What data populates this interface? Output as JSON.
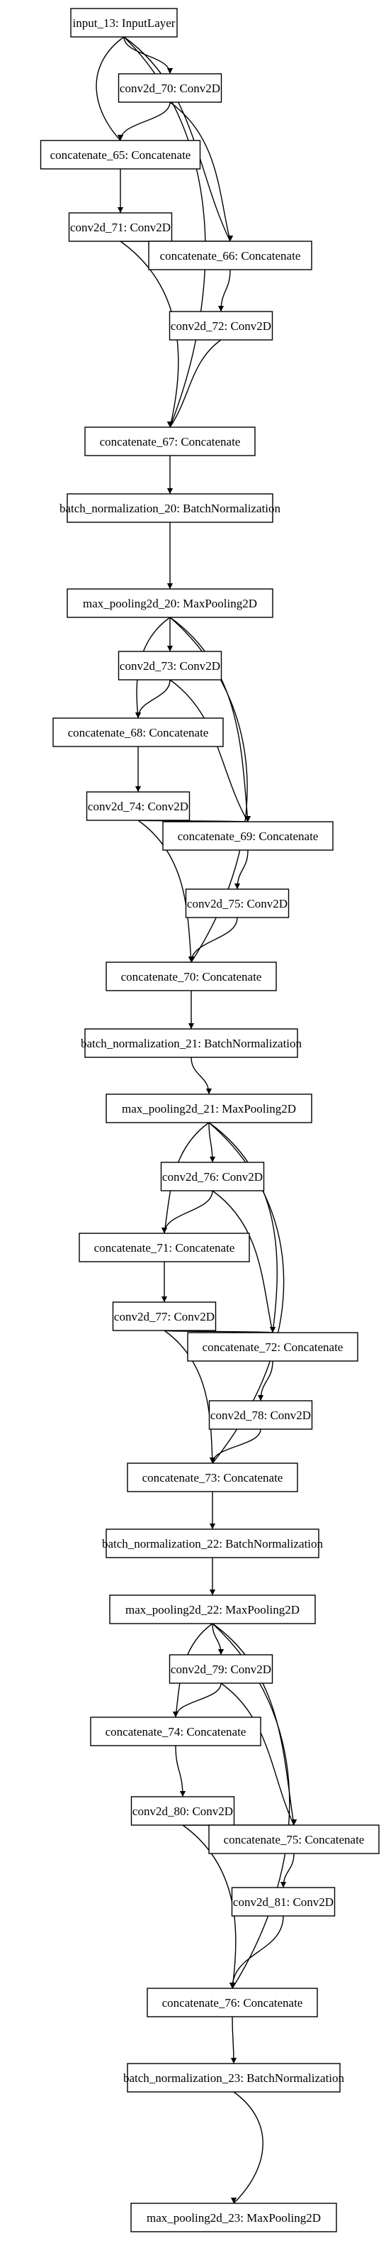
{
  "nodes": [
    {
      "id": "input_13",
      "label": "input_13: InputLayer"
    },
    {
      "id": "conv2d_70",
      "label": "conv2d_70: Conv2D"
    },
    {
      "id": "concatenate_65",
      "label": "concatenate_65: Concatenate"
    },
    {
      "id": "conv2d_71",
      "label": "conv2d_71: Conv2D"
    },
    {
      "id": "concatenate_66",
      "label": "concatenate_66: Concatenate"
    },
    {
      "id": "conv2d_72",
      "label": "conv2d_72: Conv2D"
    },
    {
      "id": "concatenate_67",
      "label": "concatenate_67: Concatenate"
    },
    {
      "id": "batch_normalization_20",
      "label": "batch_normalization_20: BatchNormalization"
    },
    {
      "id": "max_pooling2d_20",
      "label": "max_pooling2d_20: MaxPooling2D"
    },
    {
      "id": "conv2d_73",
      "label": "conv2d_73: Conv2D"
    },
    {
      "id": "concatenate_68",
      "label": "concatenate_68: Concatenate"
    },
    {
      "id": "conv2d_74",
      "label": "conv2d_74: Conv2D"
    },
    {
      "id": "concatenate_69",
      "label": "concatenate_69: Concatenate"
    },
    {
      "id": "conv2d_75",
      "label": "conv2d_75: Conv2D"
    },
    {
      "id": "concatenate_70",
      "label": "concatenate_70: Concatenate"
    },
    {
      "id": "batch_normalization_21",
      "label": "batch_normalization_21: BatchNormalization"
    },
    {
      "id": "max_pooling2d_21",
      "label": "max_pooling2d_21: MaxPooling2D"
    },
    {
      "id": "conv2d_76",
      "label": "conv2d_76: Conv2D"
    },
    {
      "id": "concatenate_71",
      "label": "concatenate_71: Concatenate"
    },
    {
      "id": "conv2d_77",
      "label": "conv2d_77: Conv2D"
    },
    {
      "id": "concatenate_72",
      "label": "concatenate_72: Concatenate"
    },
    {
      "id": "conv2d_78",
      "label": "conv2d_78: Conv2D"
    },
    {
      "id": "concatenate_73",
      "label": "concatenate_73: Concatenate"
    },
    {
      "id": "batch_normalization_22",
      "label": "batch_normalization_22: BatchNormalization"
    },
    {
      "id": "max_pooling2d_22",
      "label": "max_pooling2d_22: MaxPooling2D"
    },
    {
      "id": "conv2d_79",
      "label": "conv2d_79: Conv2D"
    },
    {
      "id": "concatenate_74",
      "label": "concatenate_74: Concatenate"
    },
    {
      "id": "conv2d_80",
      "label": "conv2d_80: Conv2D"
    },
    {
      "id": "concatenate_75",
      "label": "concatenate_75: Concatenate"
    },
    {
      "id": "conv2d_81",
      "label": "conv2d_81: Conv2D"
    },
    {
      "id": "concatenate_76",
      "label": "concatenate_76: Concatenate"
    },
    {
      "id": "batch_normalization_23",
      "label": "batch_normalization_23: BatchNormalization"
    },
    {
      "id": "max_pooling2d_23",
      "label": "max_pooling2d_23: MaxPooling2D"
    }
  ],
  "edges": [
    [
      "input_13",
      "conv2d_70"
    ],
    [
      "input_13",
      "concatenate_65"
    ],
    [
      "conv2d_70",
      "concatenate_65"
    ],
    [
      "concatenate_65",
      "conv2d_71"
    ],
    [
      "input_13",
      "concatenate_66"
    ],
    [
      "conv2d_70",
      "concatenate_66"
    ],
    [
      "conv2d_71",
      "concatenate_66"
    ],
    [
      "concatenate_66",
      "conv2d_72"
    ],
    [
      "input_13",
      "concatenate_67"
    ],
    [
      "conv2d_71",
      "concatenate_67"
    ],
    [
      "conv2d_72",
      "concatenate_67"
    ],
    [
      "concatenate_67",
      "batch_normalization_20"
    ],
    [
      "batch_normalization_20",
      "max_pooling2d_20"
    ],
    [
      "max_pooling2d_20",
      "conv2d_73"
    ],
    [
      "max_pooling2d_20",
      "concatenate_68"
    ],
    [
      "conv2d_73",
      "concatenate_68"
    ],
    [
      "concatenate_68",
      "conv2d_74"
    ],
    [
      "max_pooling2d_20",
      "concatenate_69"
    ],
    [
      "conv2d_73",
      "concatenate_69"
    ],
    [
      "conv2d_74",
      "concatenate_69"
    ],
    [
      "concatenate_69",
      "conv2d_75"
    ],
    [
      "max_pooling2d_20",
      "concatenate_70"
    ],
    [
      "conv2d_74",
      "concatenate_70"
    ],
    [
      "conv2d_75",
      "concatenate_70"
    ],
    [
      "concatenate_70",
      "batch_normalization_21"
    ],
    [
      "batch_normalization_21",
      "max_pooling2d_21"
    ],
    [
      "max_pooling2d_21",
      "conv2d_76"
    ],
    [
      "max_pooling2d_21",
      "concatenate_71"
    ],
    [
      "conv2d_76",
      "concatenate_71"
    ],
    [
      "concatenate_71",
      "conv2d_77"
    ],
    [
      "max_pooling2d_21",
      "concatenate_72"
    ],
    [
      "conv2d_76",
      "concatenate_72"
    ],
    [
      "conv2d_77",
      "concatenate_72"
    ],
    [
      "concatenate_72",
      "conv2d_78"
    ],
    [
      "max_pooling2d_21",
      "concatenate_73"
    ],
    [
      "conv2d_77",
      "concatenate_73"
    ],
    [
      "conv2d_78",
      "concatenate_73"
    ],
    [
      "concatenate_73",
      "batch_normalization_22"
    ],
    [
      "batch_normalization_22",
      "max_pooling2d_22"
    ],
    [
      "max_pooling2d_22",
      "conv2d_79"
    ],
    [
      "max_pooling2d_22",
      "concatenate_74"
    ],
    [
      "conv2d_79",
      "concatenate_74"
    ],
    [
      "concatenate_74",
      "conv2d_80"
    ],
    [
      "max_pooling2d_22",
      "concatenate_75"
    ],
    [
      "conv2d_79",
      "concatenate_75"
    ],
    [
      "conv2d_80",
      "concatenate_75"
    ],
    [
      "concatenate_75",
      "conv2d_81"
    ],
    [
      "max_pooling2d_22",
      "concatenate_76"
    ],
    [
      "conv2d_80",
      "concatenate_76"
    ],
    [
      "conv2d_81",
      "concatenate_76"
    ],
    [
      "concatenate_76",
      "batch_normalization_23"
    ],
    [
      "batch_normalization_23",
      "max_pooling2d_23"
    ]
  ]
}
